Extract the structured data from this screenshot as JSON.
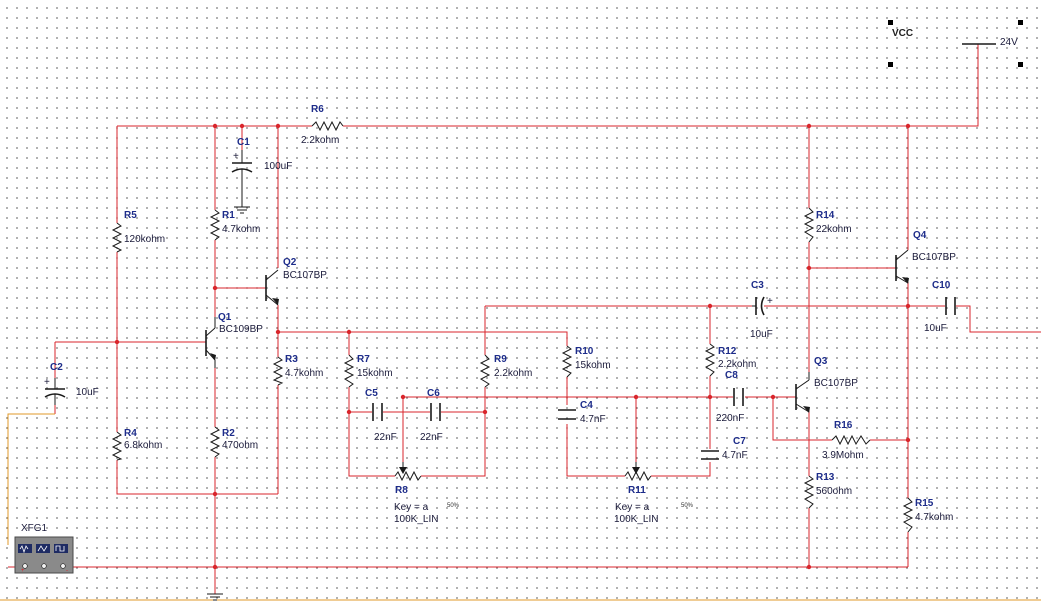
{
  "supply": {
    "name": "VCC",
    "value": "24V"
  },
  "generator": {
    "name": "XFG1"
  },
  "components": {
    "R1": {
      "ref": "R1",
      "value": "4.7kohm"
    },
    "R2": {
      "ref": "R2",
      "value": "470ohm"
    },
    "R3": {
      "ref": "R3",
      "value": "4.7kohm"
    },
    "R4": {
      "ref": "R4",
      "value": "6.8kohm"
    },
    "R5": {
      "ref": "R5",
      "value": "120kohm"
    },
    "R6": {
      "ref": "R6",
      "value": "2.2kohm"
    },
    "R7": {
      "ref": "R7",
      "value": "15kohm"
    },
    "R8": {
      "ref": "R8",
      "key": "Key = a",
      "value": "100K_LIN",
      "percent": "50%"
    },
    "R9": {
      "ref": "R9",
      "value": "2.2kohm"
    },
    "R10": {
      "ref": "R10",
      "value": "15kohm"
    },
    "R11": {
      "ref": "R11",
      "key": "Key = a",
      "value": "100K_LIN",
      "percent": "50%"
    },
    "R12": {
      "ref": "R12",
      "value": "2.2kohm"
    },
    "R13": {
      "ref": "R13",
      "value": "560ohm"
    },
    "R14": {
      "ref": "R14",
      "value": "22kohm"
    },
    "R15": {
      "ref": "R15",
      "value": "4.7kohm"
    },
    "R16": {
      "ref": "R16",
      "value": "3.9Mohm"
    },
    "C1": {
      "ref": "C1",
      "value": "100uF"
    },
    "C2": {
      "ref": "C2",
      "value": "10uF"
    },
    "C3": {
      "ref": "C3",
      "value": "10uF"
    },
    "C4": {
      "ref": "C4",
      "value": "4.7nF"
    },
    "C5": {
      "ref": "C5",
      "value": "22nF"
    },
    "C6": {
      "ref": "C6",
      "value": "22nF"
    },
    "C7": {
      "ref": "C7",
      "value": "4.7nF"
    },
    "C8": {
      "ref": "C8",
      "value": "220nF"
    },
    "C10": {
      "ref": "C10",
      "value": "10uF"
    },
    "Q1": {
      "ref": "Q1",
      "value": "BC109BP"
    },
    "Q2": {
      "ref": "Q2",
      "value": "BC107BP"
    },
    "Q3": {
      "ref": "Q3",
      "value": "BC107BP"
    },
    "Q4": {
      "ref": "Q4",
      "value": "BC107BP"
    }
  },
  "colors": {
    "wire": "#d9262c",
    "component": "#1a1a1a",
    "refdes": "#1d2c8a",
    "input_wire": "#e0992a"
  }
}
